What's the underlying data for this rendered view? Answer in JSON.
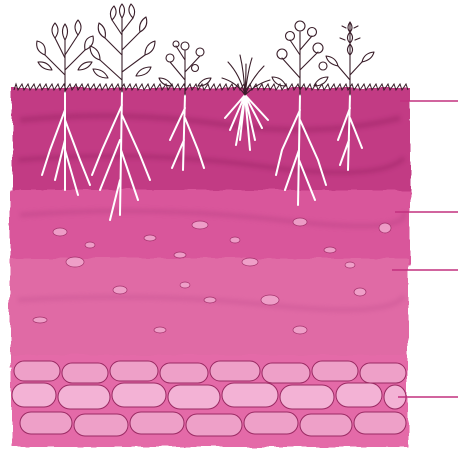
{
  "colors": {
    "background": "#ffffff",
    "topsoil": "#c23a84",
    "subsoil": "#d9579b",
    "parent_material": "#e06aa5",
    "bedrock": "#e46aa8",
    "rock_outline": "#9a2a63",
    "roots": "#ffffff",
    "plant_ink": "#3a1e2a",
    "pointer_line": "#c2307f"
  },
  "layers": [
    {
      "id": "topsoil"
    },
    {
      "id": "subsoil"
    },
    {
      "id": "parent-material"
    },
    {
      "id": "bedrock"
    }
  ],
  "plants": [
    {
      "id": "leafy-shrub",
      "icon": "leafy-plant-icon"
    },
    {
      "id": "leafy-bush",
      "icon": "leafy-plant-icon"
    },
    {
      "id": "small-flowering-plant",
      "icon": "flowering-plant-icon"
    },
    {
      "id": "grass-tuft",
      "icon": "grass-tuft-icon"
    },
    {
      "id": "flowering-bush",
      "icon": "flowering-plant-icon"
    },
    {
      "id": "flower-spike",
      "icon": "flower-spike-icon"
    }
  ]
}
